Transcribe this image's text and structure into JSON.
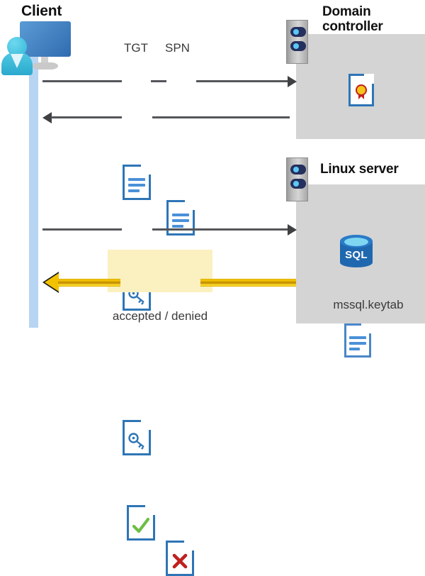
{
  "diagram": {
    "title": "Kerberos authentication flow between client, domain controller and Linux server",
    "type": "sequence-diagram"
  },
  "actors": {
    "client": {
      "label": "Client",
      "icon": "client-user-monitor-icon"
    },
    "domain_controller": {
      "label_line1": "Domain",
      "label_line2": "controller",
      "icon": "server-tower-icon"
    },
    "linux_server": {
      "label": "Linux server",
      "icon": "server-tower-icon"
    }
  },
  "messages": [
    {
      "id": "request",
      "labels": [
        "TGT",
        "SPN"
      ],
      "direction": "right",
      "icons": [
        "document-icon",
        "document-icon"
      ]
    },
    {
      "id": "ticket-reply",
      "labels": [],
      "direction": "left",
      "icons": [
        "key-document-icon"
      ]
    },
    {
      "id": "service-request",
      "labels": [],
      "direction": "right",
      "icons": [
        "key-document-icon"
      ]
    },
    {
      "id": "result",
      "labels": [],
      "direction": "left",
      "icons": [
        "accepted-document-icon",
        "denied-document-icon"
      ],
      "caption": "accepted / denied"
    }
  ],
  "labels": {
    "tgt": "TGT",
    "spn": "SPN",
    "result_caption": "accepted / denied",
    "keytab_file": "mssql.keytab",
    "sql_badge": "SQL"
  },
  "colors": {
    "panel": "#d4d4d4",
    "lifeline": "#b7d5f2",
    "line": "#55565a",
    "reply_line": "#f0c000",
    "highlight": "#fbf0c0",
    "doc_border": "#2e75b6",
    "accept": "#6cbe45",
    "deny": "#c0201f",
    "sql": "#1f68b0",
    "seal_gold": "#f5c518",
    "seal_red": "#c0201f"
  }
}
